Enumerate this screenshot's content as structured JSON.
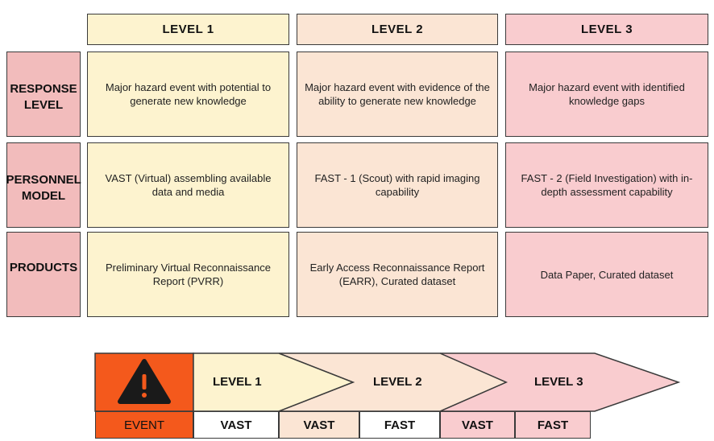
{
  "table": {
    "headers": [
      "LEVEL 1",
      "LEVEL 2",
      "LEVEL 3"
    ],
    "rows": [
      {
        "label": "RESPONSE LEVEL",
        "cells": [
          "Major hazard event with potential to generate new knowledge",
          "Major hazard event with evidence of the ability to generate new knowledge",
          "Major hazard event with identified knowledge gaps"
        ]
      },
      {
        "label": "PERSONNEL MODEL",
        "cells": [
          "VAST (Virtual) assembling available data and media",
          "FAST - 1 (Scout) with rapid imaging capability",
          "FAST - 2 (Field Investigation) with in-depth assessment capability"
        ]
      },
      {
        "label": "PRODUCTS",
        "cells": [
          "Preliminary Virtual Reconnaissance Report (PVRR)",
          "Early Access Reconnaissance Report (EARR), Curated dataset",
          "Data Paper, Curated dataset"
        ]
      }
    ]
  },
  "timeline": {
    "event_label": "EVENT",
    "arrows": [
      "LEVEL 1",
      "LEVEL 2",
      "LEVEL 3"
    ],
    "teams": [
      "VAST",
      "VAST",
      "FAST",
      "VAST",
      "FAST"
    ]
  },
  "colors": {
    "level1": "#fdf3cf",
    "level2": "#fbe5d4",
    "level3": "#f9cccf",
    "row_label": "#f2bcbc",
    "event": "#f4591c"
  }
}
